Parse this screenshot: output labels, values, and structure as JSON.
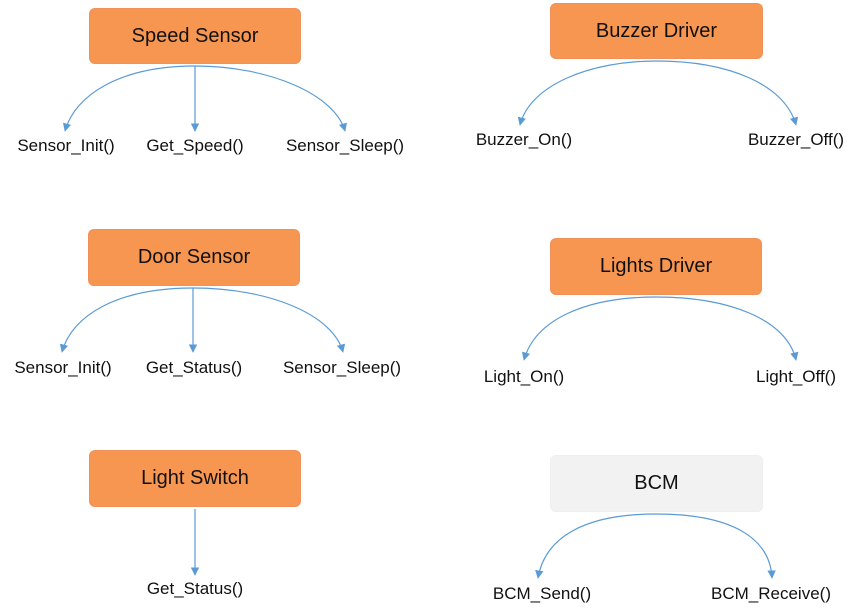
{
  "diagram": {
    "colors": {
      "module_fill": "#f79651",
      "bcm_fill": "#f2f2f2",
      "connector": "#5b9bd5",
      "text": "#111111"
    },
    "modules": [
      {
        "id": "speed-sensor",
        "title": "Speed Sensor",
        "functions": [
          "Sensor_Init()",
          "Get_Speed()",
          "Sensor_Sleep()"
        ]
      },
      {
        "id": "buzzer-driver",
        "title": "Buzzer Driver",
        "functions": [
          "Buzzer_On()",
          "Buzzer_Off()"
        ]
      },
      {
        "id": "door-sensor",
        "title": "Door Sensor",
        "functions": [
          "Sensor_Init()",
          "Get_Status()",
          "Sensor_Sleep()"
        ]
      },
      {
        "id": "lights-driver",
        "title": "Lights Driver",
        "functions": [
          "Light_On()",
          "Light_Off()"
        ]
      },
      {
        "id": "light-switch",
        "title": "Light Switch",
        "functions": [
          "Get_Status()"
        ]
      },
      {
        "id": "bcm",
        "title": "BCM",
        "functions": [
          "BCM_Send()",
          "BCM_Receive()"
        ]
      }
    ]
  }
}
